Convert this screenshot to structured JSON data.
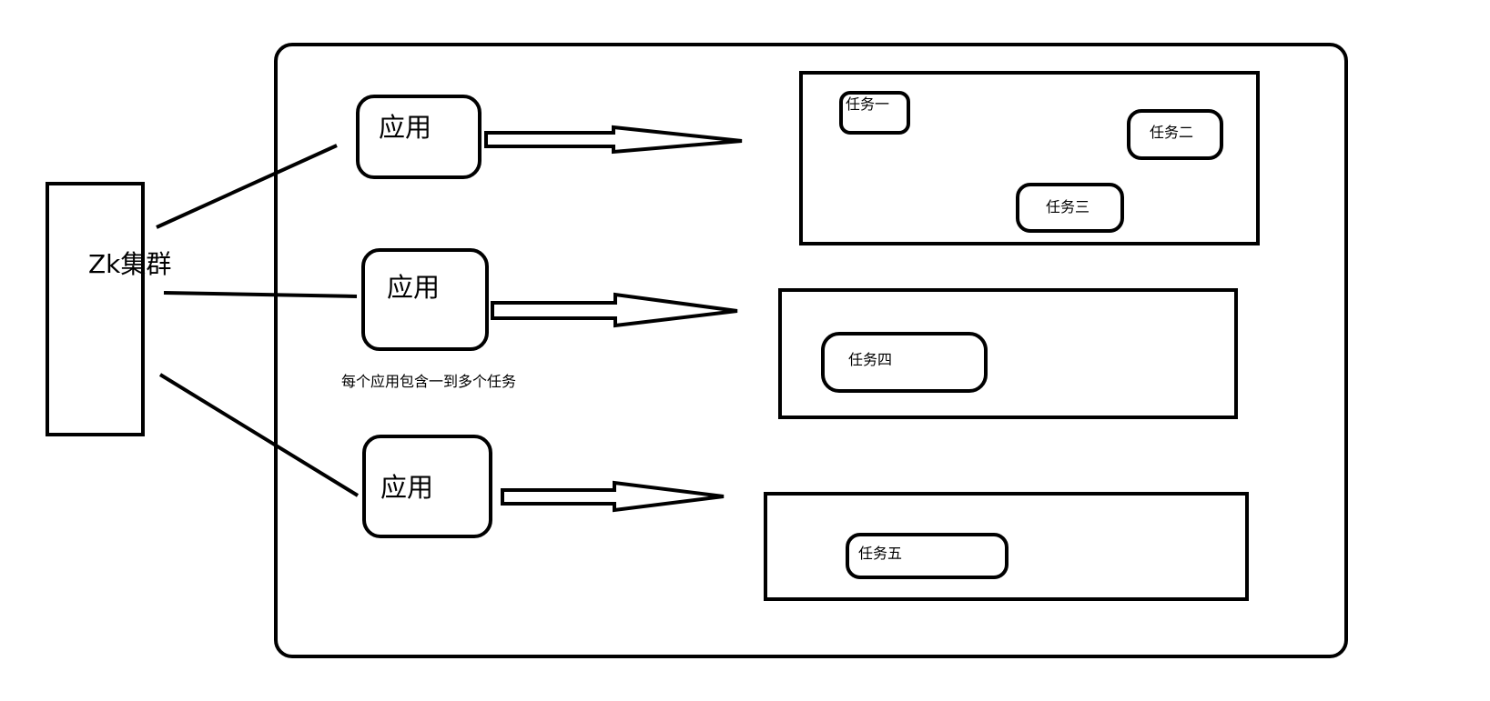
{
  "cluster": {
    "label": "Zk集群"
  },
  "apps": [
    {
      "label": "应用"
    },
    {
      "label": "应用"
    },
    {
      "label": "应用"
    }
  ],
  "tasks": [
    {
      "label": "任务一"
    },
    {
      "label": "任务二"
    },
    {
      "label": "任务三"
    },
    {
      "label": "任务四"
    },
    {
      "label": "任务五"
    }
  ],
  "note": "每个应用包含一到多个任务",
  "colors": {
    "stroke": "#000000",
    "background": "#ffffff"
  }
}
